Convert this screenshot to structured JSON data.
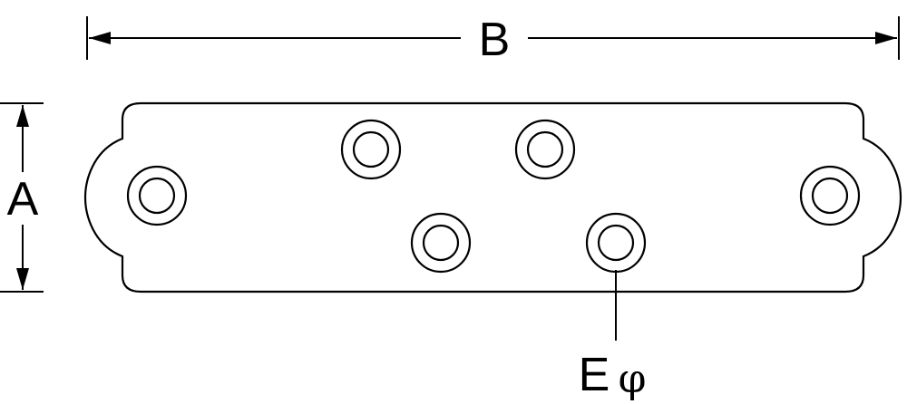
{
  "dimensions": {
    "height_label": "A",
    "length_label": "B",
    "hole_label": "E",
    "hole_symbol": "φ"
  },
  "holes": [
    {
      "name": "end-hole-left"
    },
    {
      "name": "upper-hole-left"
    },
    {
      "name": "upper-hole-right"
    },
    {
      "name": "lower-hole-left"
    },
    {
      "name": "lower-hole-right"
    },
    {
      "name": "end-hole-right"
    }
  ],
  "colors": {
    "line": "#000000",
    "background": "#ffffff"
  }
}
